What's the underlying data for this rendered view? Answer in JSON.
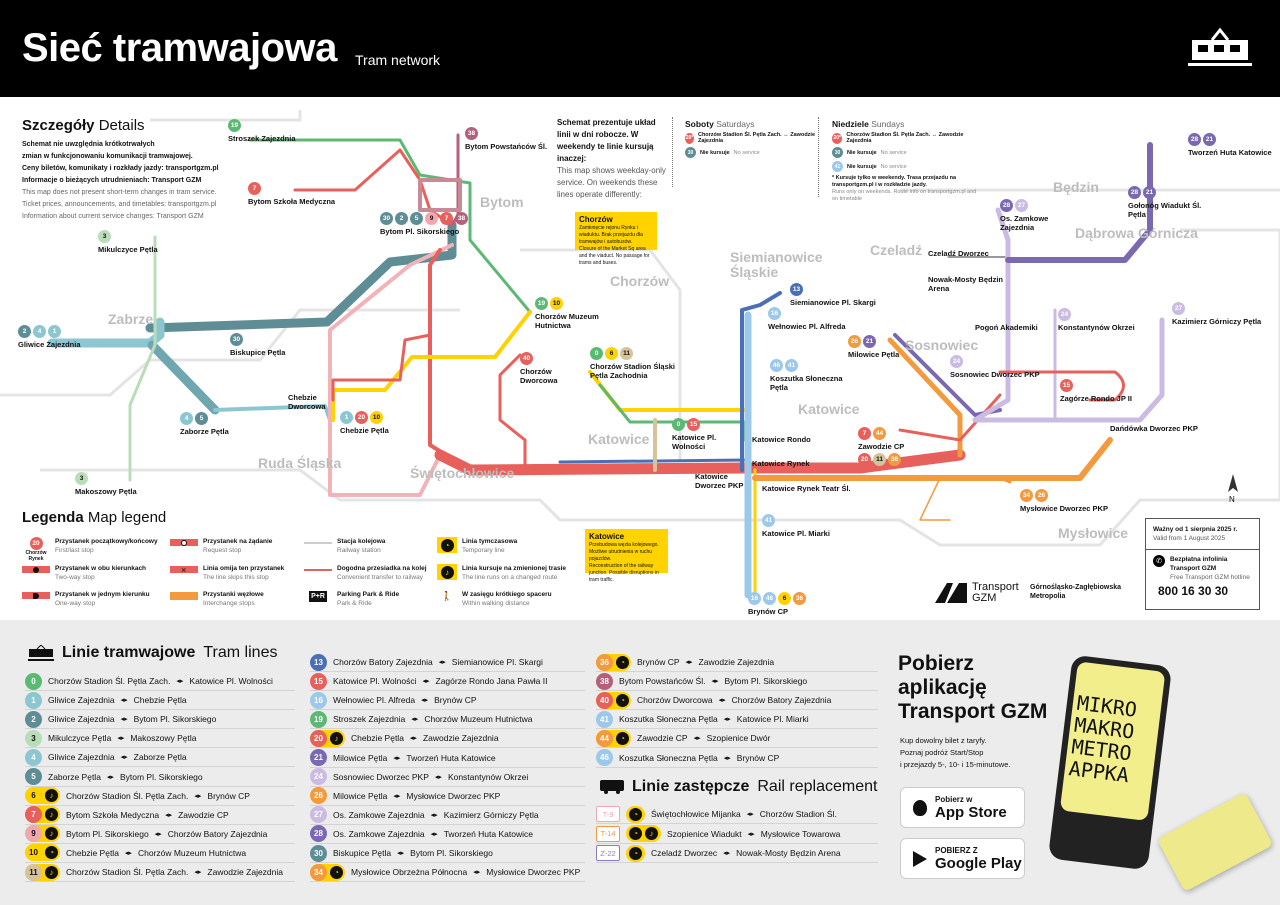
{
  "header": {
    "title": "Sieć tramwajowa",
    "subtitle": "Tram network",
    "logo_icon": "tram-icon"
  },
  "details": {
    "title": "Szczegóły",
    "title_en": "Details",
    "pl": [
      "Schemat nie uwzględnia krótkotrwałych",
      "zmian w funkcjonowaniu komunikacji tramwajowej.",
      "Ceny biletów, komunikaty i rozkłady jazdy: transportgzm.pl",
      "Informacje o bieżących utrudnieniach: Transport GZM"
    ],
    "en": [
      "This map does not present short-term changes in tram service.",
      "Ticket prices, announcements, and timetables: transportgzm.pl",
      "Information about current service changes: Transport GZM"
    ]
  },
  "weekend": {
    "intro_pl": "Schemat prezentuje układ linii w dni robocze. W weekendy te linie kursują inaczej:",
    "intro_en": "This map shows weekday-only service. On weekends these lines operate differently:",
    "saturday": {
      "title": "Soboty",
      "title_en": "Saturdays",
      "items": [
        {
          "line": "20*",
          "color": "#e8605c",
          "text": "Chorzów Stadion Śl. Pętla Zach. ↔ Zawodzie Zajezdnia"
        },
        {
          "line": "30",
          "color": "#5f8d96",
          "text": "Nie kursuje",
          "en": "No service"
        }
      ]
    },
    "sunday": {
      "title": "Niedziele",
      "title_en": "Sundays",
      "items": [
        {
          "line": "20*",
          "color": "#e8605c",
          "text": "Chorzów Stadion Śl. Pętla Zach. ↔ Zawodzie Zajezdnia"
        },
        {
          "line": "30",
          "color": "#5f8d96",
          "text": "Nie kursuje",
          "en": "No service"
        },
        {
          "line": "41",
          "color": "#9cc8ea",
          "text": "Nie kursuje",
          "en": "No service"
        }
      ]
    },
    "footnote_pl": "* Kursuje tylko w weekendy. Trasa przejazdu na transportgzm.pl i w rozkładzie jazdy.",
    "footnote_en": "Runs only on weekends. Route info on transportgzm.pl and on timetable"
  },
  "notices": [
    {
      "title": "Chorzów",
      "pl": "Zamknięcie rejonu Rynku i wiaduktu. Brak przejazdu dla tramwajów i autobusów.",
      "en": "Closure of the Market Sq area and the viaduct. No passage for trams and buses."
    },
    {
      "title": "Katowice",
      "pl": "Przebudowa węzła kolejowego. Możliwe utrudnienia w ruchu pojazdów.",
      "en": "Reconstruction of the railway junction. Possible disruptions in tram traffic."
    }
  ],
  "map": {
    "cities": [
      "Zabrze",
      "Bytom",
      "Chorzów",
      "Ruda Śląska",
      "Świętochłowice",
      "Katowice",
      "Siemianowice Śląskie",
      "Czeladź",
      "Będzin",
      "Dąbrowa Górnicza",
      "Sosnowiec",
      "Mysłowice",
      "Katowice"
    ],
    "stops": [
      {
        "name": "Gliwice Zajezdnia",
        "lines": [
          "2",
          "4",
          "1"
        ]
      },
      {
        "name": "Mikulczyce Pętla",
        "lines": [
          "3"
        ]
      },
      {
        "name": "Makoszowy Pętla",
        "lines": [
          "3"
        ]
      },
      {
        "name": "Zaborze Pętla",
        "lines": [
          "4",
          "5"
        ]
      },
      {
        "name": "Biskupice Pętla",
        "lines": [
          "30"
        ]
      },
      {
        "name": "Stroszek Zajezdnia",
        "lines": [
          "19"
        ]
      },
      {
        "name": "Bytom Szkoła Medyczna",
        "lines": [
          "7"
        ]
      },
      {
        "name": "Bytom Powstańców Śl.",
        "lines": [
          "38"
        ]
      },
      {
        "name": "Bytom Pl. Sikorskiego",
        "lines": [
          "30",
          "2",
          "5",
          "9",
          "7",
          "38"
        ]
      },
      {
        "name": "Chebzie Pętla",
        "lines": [
          "1",
          "20",
          "10"
        ]
      },
      {
        "name": "Chebzie Dworcowa",
        "lines": []
      },
      {
        "name": "Chorzów Muzeum Hutnictwa",
        "lines": [
          "19",
          "10"
        ]
      },
      {
        "name": "Chorzów Stadion Śląski Pętla Zachodnia",
        "lines": [
          "0",
          "6",
          "11"
        ]
      },
      {
        "name": "Chorzów Dworcowa",
        "lines": [
          "40"
        ]
      },
      {
        "name": "Katowice Pl. Wolności",
        "lines": [
          "0",
          "15"
        ]
      },
      {
        "name": "Katowice Dworzec PKP",
        "lines": []
      },
      {
        "name": "Katowice Rondo",
        "lines": []
      },
      {
        "name": "Katowice Rynek",
        "lines": []
      },
      {
        "name": "Katowice Rynek Teatr Śl.",
        "lines": []
      },
      {
        "name": "Katowice Pl. Miarki",
        "lines": [
          "41"
        ]
      },
      {
        "name": "Brynów CP",
        "lines": [
          "16",
          "46",
          "6",
          "36"
        ]
      },
      {
        "name": "Siemianowice Pl. Skargi",
        "lines": [
          "13"
        ]
      },
      {
        "name": "Wełnowiec Pl. Alfreda",
        "lines": [
          "16"
        ]
      },
      {
        "name": "Koszutka Słoneczna Pętla",
        "lines": [
          "46",
          "41"
        ]
      },
      {
        "name": "Zawodzie CP",
        "lines": [
          "7",
          "44"
        ]
      },
      {
        "name": "Milowice Pętla",
        "lines": [
          "26",
          "21"
        ]
      },
      {
        "name": "Sosnowiec Dworzec PKP",
        "lines": [
          "24"
        ]
      },
      {
        "name": "Pogoń Akademiki",
        "lines": []
      },
      {
        "name": "Czeladź Dworzec",
        "lines": []
      },
      {
        "name": "Nowak-Mosty Będzin Arena",
        "lines": []
      },
      {
        "name": "Os. Zamkowe Zajezdnia",
        "lines": [
          "28",
          "27"
        ]
      },
      {
        "name": "Gołonóg Wiadukt Śl. Pętla",
        "lines": [
          "28",
          "21"
        ]
      },
      {
        "name": "Tworzeń Huta Katowice",
        "lines": [
          "28",
          "21"
        ]
      },
      {
        "name": "Konstantynów Okrzei",
        "lines": [
          "24"
        ]
      },
      {
        "name": "Kazimierz Górniczy Pętla",
        "lines": [
          "27"
        ]
      },
      {
        "name": "Zagórze Rondo JP II",
        "lines": [
          "15"
        ]
      },
      {
        "name": "Mysłowice Dworzec PKP",
        "lines": [
          "34",
          "26"
        ]
      },
      {
        "name": "Dańdówka Dworzec PKP",
        "lines": []
      },
      {
        "name": "Zawodzie",
        "lines": [
          "20",
          "11",
          "36"
        ]
      }
    ],
    "north_label": "N"
  },
  "legend": {
    "title": "Legenda",
    "title_en": "Map legend",
    "items": [
      {
        "pl": "Przystanek początkowy/końcowy",
        "en": "First/last stop",
        "icon": "terminal-stop-icon"
      },
      {
        "pl": "Przystanek w obu kierunkach",
        "en": "Two-way stop",
        "icon": "two-way-stop-icon"
      },
      {
        "pl": "Przystanek w jednym kierunku",
        "en": "One-way stop",
        "icon": "one-way-stop-icon"
      },
      {
        "pl": "Przystanek na żądanie",
        "en": "Request stop",
        "icon": "request-stop-icon"
      },
      {
        "pl": "Linia omija ten przystanek",
        "en": "The line skips this stop",
        "icon": "skip-stop-icon"
      },
      {
        "pl": "Przystanki węzłowe",
        "en": "Interchange stops",
        "icon": "interchange-icon"
      },
      {
        "pl": "Stacja kolejowa",
        "en": "Railway station",
        "icon": "railway-station-icon"
      },
      {
        "pl": "Dogodna przesiadka na kolej",
        "en": "Convenient transfer to railway",
        "icon": "railway-transfer-icon"
      },
      {
        "pl": "Parking Park & Ride",
        "en": "Park & Ride",
        "icon": "park-ride-icon",
        "badge": "P+R"
      },
      {
        "pl": "Linia tymczasowa",
        "en": "Temporary line",
        "icon": "clock-icon"
      },
      {
        "pl": "Linia kursuje na zmienionej trasie",
        "en": "The line runs on a changed route",
        "icon": "route-change-icon"
      },
      {
        "pl": "W zasięgu krótkiego spaceru",
        "en": "Within walking distance",
        "icon": "walking-icon"
      }
    ],
    "sample_terminal": "Chorzów Rynek",
    "sample_line": "20"
  },
  "validity": {
    "pl": "Ważny od 1 sierpnia 2025 r.",
    "en": "Valid from 1 August 2025"
  },
  "hotline": {
    "pl1": "Bezpłatna infolinia",
    "pl2": "Transport GZM",
    "en": "Free Transport GZM hotline",
    "number": "800 16 30 30"
  },
  "logos": {
    "gzm": "Transport GZM",
    "metropolia": "Górnośląsko-Zagłębiowska Metropolia"
  },
  "tram_lines": {
    "title": "Linie tramwajowe",
    "title_en": "Tram lines",
    "items": [
      {
        "num": "0",
        "color": "#5bb974",
        "from": "Chorzów Stadion Śl. Pętla Zach.",
        "to": "Katowice Pl. Wolności"
      },
      {
        "num": "1",
        "color": "#8cc7d1",
        "from": "Gliwice Zajezdnia",
        "to": "Chebzie Pętla"
      },
      {
        "num": "2",
        "color": "#5f8d96",
        "from": "Gliwice Zajezdnia",
        "to": "Bytom Pl. Sikorskiego"
      },
      {
        "num": "3",
        "color": "#b9dcb9",
        "tc": "#111",
        "from": "Mikulczyce Pętla",
        "to": "Makoszowy Pętla"
      },
      {
        "num": "4",
        "color": "#8cc7d1",
        "from": "Gliwice Zajezdnia",
        "to": "Zaborze Pętla"
      },
      {
        "num": "5",
        "color": "#5f8d96",
        "from": "Zaborze Pętla",
        "to": "Bytom Pl. Sikorskiego"
      },
      {
        "num": "6",
        "color": "#ffd200",
        "tc": "#111",
        "icon": "route-change",
        "from": "Chorzów Stadion Śl. Pętla Zach.",
        "to": "Brynów CP"
      },
      {
        "num": "7",
        "color": "#e8605c",
        "icon": "route-change",
        "from": "Bytom Szkoła Medyczna",
        "to": "Zawodzie CP"
      },
      {
        "num": "9",
        "color": "#f2a7ae",
        "tc": "#111",
        "icon": "route-change",
        "from": "Bytom Pl. Sikorskiego",
        "to": "Chorzów Batory Zajezdnia"
      },
      {
        "num": "10",
        "color": "#ffd200",
        "tc": "#111",
        "icon": "clock",
        "from": "Chebzie Pętla",
        "to": "Chorzów Muzeum Hutnictwa"
      },
      {
        "num": "11",
        "color": "#d7c39b",
        "tc": "#111",
        "icon": "route-change",
        "from": "Chorzów Stadion Śl. Pętla Zach.",
        "to": "Zawodzie Zajezdnia"
      },
      {
        "num": "13",
        "color": "#4a6fb5",
        "from": "Chorzów Batory Zajezdnia",
        "to": "Siemianowice Pl. Skargi"
      },
      {
        "num": "15",
        "color": "#e8605c",
        "from": "Katowice Pl. Wolności",
        "to": "Zagórze Rondo Jana Pawła II"
      },
      {
        "num": "16",
        "color": "#9cc8ea",
        "from": "Wełnowiec Pl. Alfreda",
        "to": "Brynów CP"
      },
      {
        "num": "19",
        "color": "#5bb974",
        "from": "Stroszek Zajezdnia",
        "to": "Chorzów Muzeum Hutnictwa"
      },
      {
        "num": "20",
        "color": "#e8605c",
        "icon": "route-change",
        "from": "Chebzie Pętla",
        "to": "Zawodzie Zajezdnia"
      },
      {
        "num": "21",
        "color": "#7a68b0",
        "from": "Milowice Pętla",
        "to": "Tworzeń Huta Katowice"
      },
      {
        "num": "24",
        "color": "#cbbbe2",
        "from": "Sosnowiec Dworzec PKP",
        "to": "Konstantynów Okrzei"
      },
      {
        "num": "26",
        "color": "#f29a3d",
        "from": "Milowice Pętla",
        "to": "Mysłowice Dworzec PKP"
      },
      {
        "num": "27",
        "color": "#cbbbe2",
        "from": "Os. Zamkowe Zajezdnia",
        "to": "Kazimierz Górniczy Pętla"
      },
      {
        "num": "28",
        "color": "#7a68b0",
        "from": "Os. Zamkowe Zajezdnia",
        "to": "Tworzeń Huta Katowice"
      },
      {
        "num": "30",
        "color": "#5f8d96",
        "from": "Biskupice Pętla",
        "to": "Bytom Pl. Sikorskiego"
      },
      {
        "num": "34",
        "color": "#f29a3d",
        "icon": "clock",
        "from": "Mysłowice Obrzeżna Północna",
        "to": "Mysłowice Dworzec PKP"
      },
      {
        "num": "36",
        "color": "#f29a3d",
        "icon": "clock",
        "from": "Brynów CP",
        "to": "Zawodzie Zajezdnia"
      },
      {
        "num": "38",
        "color": "#b4607a",
        "from": "Bytom Powstańców Śl.",
        "to": "Bytom Pl. Sikorskiego"
      },
      {
        "num": "40",
        "color": "#e8605c",
        "icon": "clock",
        "from": "Chorzów Dworcowa",
        "to": "Chorzów Batory Zajezdnia"
      },
      {
        "num": "41",
        "color": "#9cc8ea",
        "from": "Koszutka Słoneczna Pętla",
        "to": "Katowice Pl. Miarki"
      },
      {
        "num": "44",
        "color": "#f29a3d",
        "icon": "clock",
        "from": "Zawodzie CP",
        "to": "Szopienice Dwór"
      },
      {
        "num": "46",
        "color": "#9cc8ea",
        "from": "Koszutka Słoneczna Pętla",
        "to": "Brynów CP"
      }
    ]
  },
  "rail_replacement": {
    "title": "Linie zastępcze",
    "title_en": "Rail replacement",
    "items": [
      {
        "num": "T-9",
        "color": "#f2a7ae",
        "icons": [
          "clock"
        ],
        "from": "Świętochłowice Mijanka",
        "to": "Chorzów Stadion Śl."
      },
      {
        "num": "T-14",
        "color": "#f29a3d",
        "icons": [
          "clock",
          "route-change"
        ],
        "from": "Szopienice Wiadukt",
        "to": "Mysłowice Towarowa"
      },
      {
        "num": "Z-22",
        "color": "#8a7cc4",
        "icons": [
          "clock"
        ],
        "from": "Czeladź Dworzec",
        "to": "Nowak-Mosty Będzin Arena"
      }
    ]
  },
  "app": {
    "title": [
      "Pobierz",
      "aplikację",
      "Transport GZM"
    ],
    "desc": [
      "Kup dowolny bilet z taryfy.",
      "Poznaj podróż Start/Stop",
      "i przejazdy 5-, 10- i 15-minutowe."
    ],
    "appstore_small": "Pobierz w",
    "appstore": "App Store",
    "gplay_small": "POBIERZ Z",
    "gplay": "Google Play",
    "phone_text": [
      "MIKRO",
      "MAKRO",
      "METRO",
      "APPKA"
    ]
  },
  "colors": {
    "header_bg": "#000000",
    "accent_yellow": "#ffd200",
    "bottom_bg": "#ececec"
  }
}
